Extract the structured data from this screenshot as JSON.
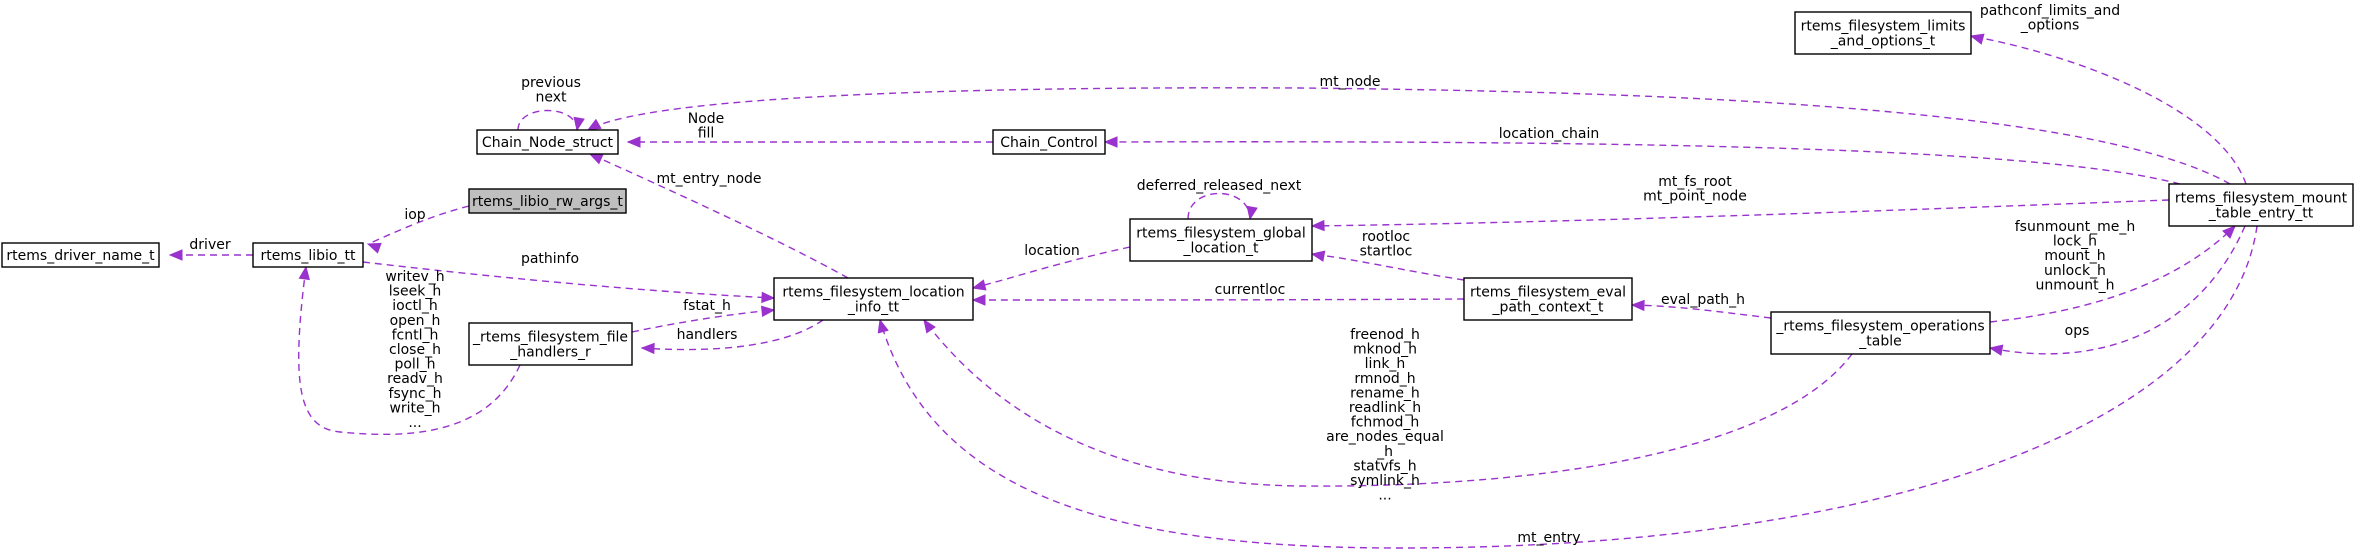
{
  "colors": {
    "edge": "#9a32cd",
    "highlight_fill": "#bfbfbf",
    "box_stroke": "#000000"
  },
  "nodes": [
    {
      "id": "driver_name",
      "lines": [
        "rtems_driver_name_t"
      ]
    },
    {
      "id": "libio",
      "lines": [
        "rtems_libio_tt"
      ]
    },
    {
      "id": "rw_args",
      "lines": [
        "rtems_libio_rw_args_t"
      ],
      "highlight": true
    },
    {
      "id": "chain_node",
      "lines": [
        "Chain_Node_struct"
      ]
    },
    {
      "id": "chain_control",
      "lines": [
        "Chain_Control"
      ]
    },
    {
      "id": "file_handlers",
      "lines": [
        "_rtems_filesystem_file",
        "_handlers_r"
      ]
    },
    {
      "id": "location_info",
      "lines": [
        "rtems_filesystem_location",
        "_info_tt"
      ]
    },
    {
      "id": "global_location",
      "lines": [
        "rtems_filesystem_global",
        "_location_t"
      ]
    },
    {
      "id": "eval_path",
      "lines": [
        "rtems_filesystem_eval",
        "_path_context_t"
      ]
    },
    {
      "id": "operations",
      "lines": [
        "_rtems_filesystem_operations",
        "_table"
      ]
    },
    {
      "id": "limits",
      "lines": [
        "rtems_filesystem_limits",
        "_and_options_t"
      ]
    },
    {
      "id": "mount_table",
      "lines": [
        "rtems_filesystem_mount",
        "_table_entry_tt"
      ]
    }
  ],
  "edge_labels": [
    {
      "id": "driver",
      "lines": [
        "driver"
      ]
    },
    {
      "id": "iop",
      "lines": [
        "iop"
      ]
    },
    {
      "id": "pathinfo",
      "lines": [
        "pathinfo"
      ]
    },
    {
      "id": "libio_handlers",
      "lines": [
        "writev_h",
        "lseek_h",
        "ioctl_h",
        "open_h",
        "fcntl_h",
        "close_h",
        "poll_h",
        "readv_h",
        "fsync_h",
        "write_h",
        "..."
      ]
    },
    {
      "id": "self_next",
      "lines": [
        "previous",
        "next"
      ]
    },
    {
      "id": "node_fill",
      "lines": [
        "Node",
        "fill"
      ]
    },
    {
      "id": "mt_entry_node",
      "lines": [
        "mt_entry_node"
      ]
    },
    {
      "id": "fstat",
      "lines": [
        "fstat_h"
      ]
    },
    {
      "id": "handlers",
      "lines": [
        "handlers"
      ]
    },
    {
      "id": "location",
      "lines": [
        "location"
      ]
    },
    {
      "id": "deferred",
      "lines": [
        "deferred_released_next"
      ]
    },
    {
      "id": "rootloc",
      "lines": [
        "rootloc",
        "startloc"
      ]
    },
    {
      "id": "currentloc",
      "lines": [
        "currentloc"
      ]
    },
    {
      "id": "eval_path_h",
      "lines": [
        "eval_path_h"
      ]
    },
    {
      "id": "ops_handlers",
      "lines": [
        "freenod_h",
        "mknod_h",
        "link_h",
        "rmnod_h",
        "rename_h",
        "readlink_h",
        "fchmod_h",
        "are_nodes_equal",
        "_h",
        "statvfs_h",
        "symlink_h",
        "..."
      ]
    },
    {
      "id": "mt_node",
      "lines": [
        "mt_node"
      ]
    },
    {
      "id": "location_chain",
      "lines": [
        "location_chain"
      ]
    },
    {
      "id": "mt_fs_root",
      "lines": [
        "mt_fs_root",
        "mt_point_node"
      ]
    },
    {
      "id": "pathconf",
      "lines": [
        "pathconf_limits_and",
        "_options"
      ]
    },
    {
      "id": "mount_handlers",
      "lines": [
        "fsunmount_me_h",
        "lock_h",
        "mount_h",
        "unlock_h",
        "unmount_h"
      ]
    },
    {
      "id": "ops",
      "lines": [
        "ops"
      ]
    },
    {
      "id": "mt_entry",
      "lines": [
        "mt_entry"
      ]
    }
  ]
}
